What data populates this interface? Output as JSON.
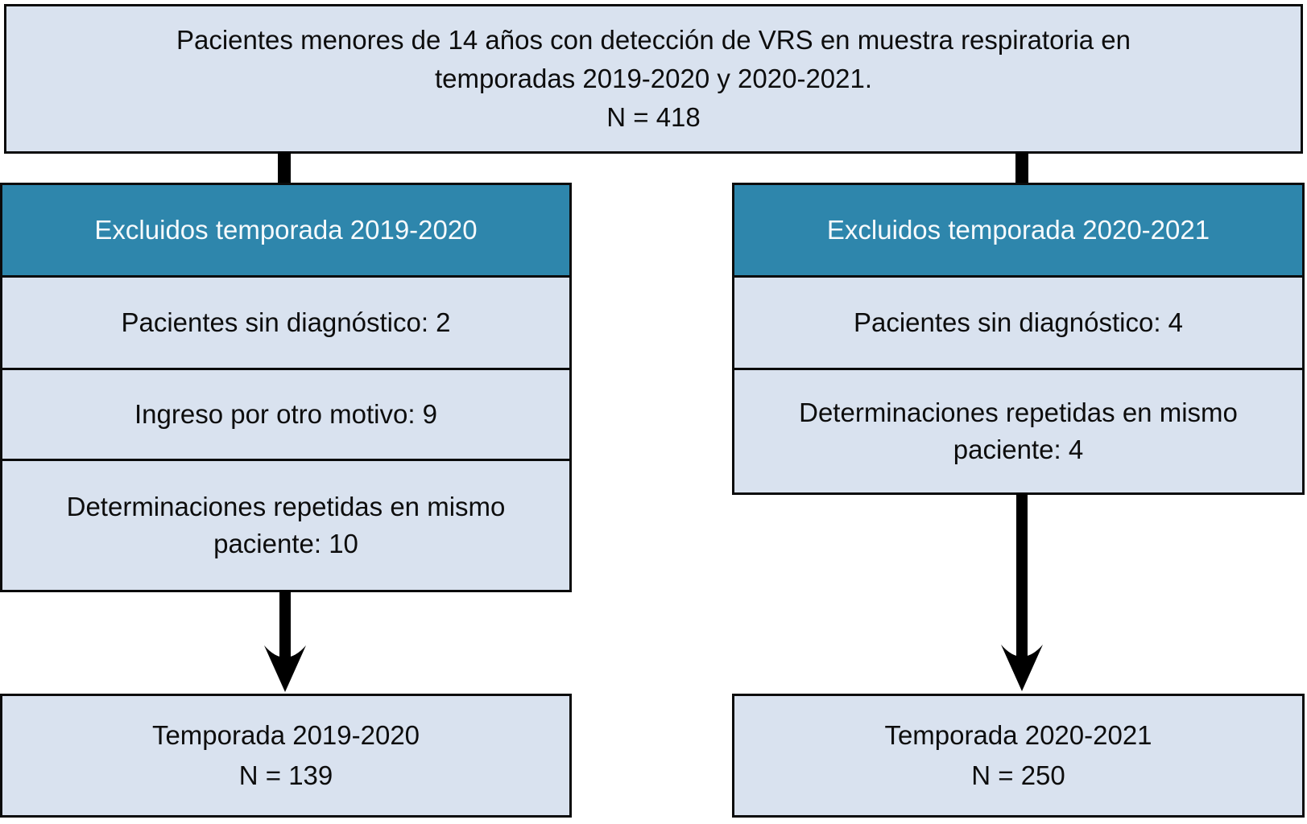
{
  "diagram": {
    "top_box": {
      "line1": "Pacientes menores de 14 años con detección de VRS en muestra respiratoria en",
      "line2": "temporadas 2019-2020 y 2020-2021.",
      "line3": "N = 418"
    },
    "left_branch": {
      "header": "Excluidos temporada 2019-2020",
      "rows": [
        "Pacientes sin diagnóstico: 2",
        "Ingreso por otro motivo: 9",
        "Determinaciones repetidas en mismo paciente: 10"
      ],
      "result_line1": "Temporada 2019-2020",
      "result_line2": "N = 139"
    },
    "right_branch": {
      "header": "Excluidos temporada 2020-2021",
      "rows": [
        "Pacientes sin diagnóstico: 4",
        "Determinaciones repetidas en mismo paciente: 4"
      ],
      "result_line1": "Temporada 2020-2021",
      "result_line2": "N = 250"
    },
    "colors": {
      "box_fill": "#d9e2ef",
      "header_fill": "#2e86ac",
      "border": "#0b0b0b",
      "arrow": "#000000",
      "header_text": "#f7fafc",
      "text": "#0d0d0d"
    }
  }
}
